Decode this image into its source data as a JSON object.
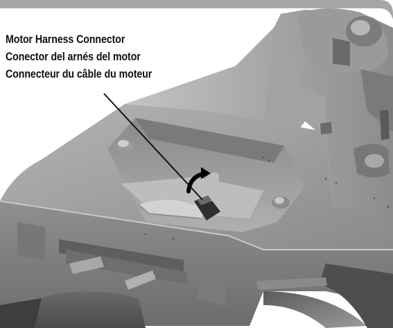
{
  "callout": {
    "labels": [
      "Motor Harness Connector",
      "Conector del arnés del motor",
      "Connecteur du câble du moteur"
    ]
  },
  "colors": {
    "frame_bar": "#a6a6a6",
    "part_base": "#9a9a9a",
    "part_dark": "#3a3a3a",
    "leader_line": "#111111"
  },
  "icons": [
    "rotate-arrow-icon"
  ]
}
